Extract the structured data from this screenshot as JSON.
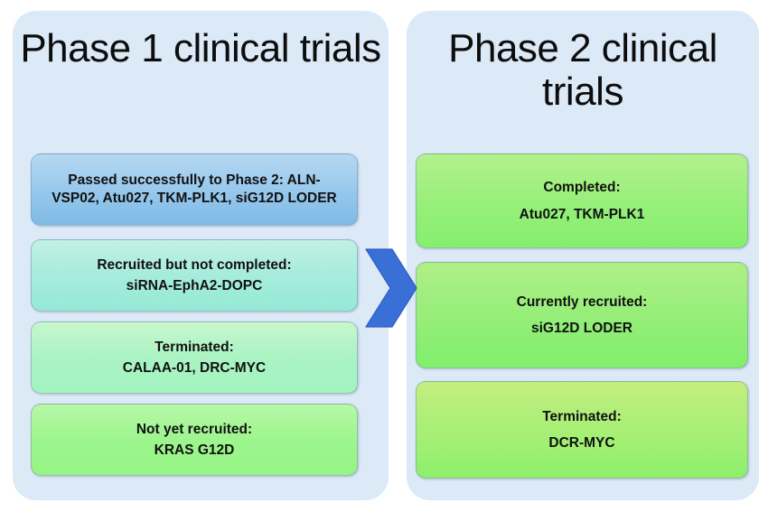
{
  "diagram": {
    "title_hidden": "",
    "background_color": "#ffffff",
    "panel_color": "#dce9f7",
    "arrow_color": "#3a6fd8"
  },
  "panels": [
    {
      "id": "phase1",
      "title": "Phase 1 clinical trials",
      "boxes": [
        {
          "headline": "Passed successfully to Phase 2: ALN-",
          "items": "VSP02, Atu027, TKM-PLK1, siG12D LODER",
          "full_text": "Passed successfully to Phase 2: ALN-VSP02, Atu027, TKM-PLK1, siG12D LODER",
          "color": "#95c7ec"
        },
        {
          "headline": "Recruited but not completed:",
          "items": "siRNA-EphA2-DOPC",
          "full_text": "Recruited but not completed: siRNA-EphA2-DOPC",
          "color": "#a6ecdd"
        },
        {
          "headline": "Terminated:",
          "items": "CALAA-01, DRC-MYC",
          "full_text": "Terminated: CALAA-01, DRC-MYC",
          "color": "#aaf3c3"
        },
        {
          "headline": "Not yet recruited:",
          "items": "KRAS G12D",
          "full_text": "Not yet recruited: KRAS G12D",
          "color": "#9ef58e"
        }
      ]
    },
    {
      "id": "phase2",
      "title": "Phase 2 clinical trials",
      "boxes": [
        {
          "headline": "Completed:",
          "items": "Atu027, TKM-PLK1",
          "full_text": "Completed: Atu027, TKM-PLK1",
          "color": "#96ef79"
        },
        {
          "headline": "Currently recruited:",
          "items": "siG12D LODER",
          "full_text": "Currently recruited: siG12D LODER",
          "color": "#94ee78"
        },
        {
          "headline": "Terminated:",
          "items": "DCR-MYC",
          "full_text": "Terminated: DCR-MYC",
          "color": "#a6ef75"
        }
      ]
    }
  ],
  "arrow": {
    "name": "chevron-right-arrow",
    "direction": "right",
    "from": "phase1",
    "to": "phase2"
  }
}
